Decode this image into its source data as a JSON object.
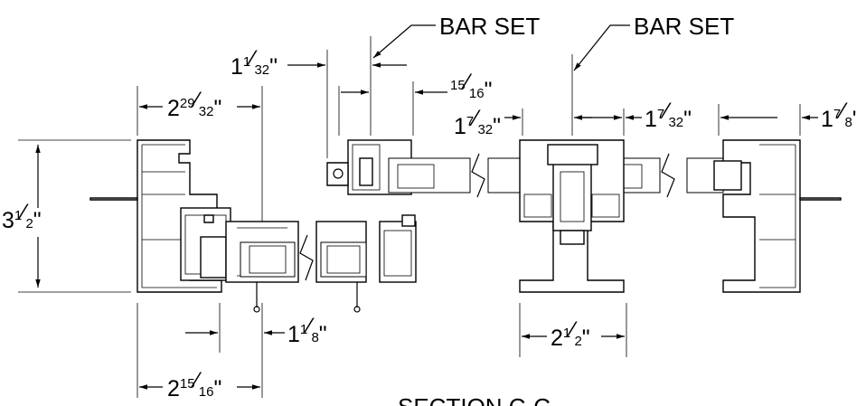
{
  "drawing": {
    "section_title": "SECTION C-C",
    "callouts": {
      "bar_set_left": "BAR SET",
      "bar_set_right": "BAR SET"
    },
    "dimensions": {
      "d_1_1_32": {
        "whole": "1",
        "num": "1",
        "den": "32",
        "unit": "\""
      },
      "d_15_16": {
        "num": "15",
        "den": "16",
        "unit": "\""
      },
      "d_2_29_32": {
        "whole": "2",
        "num": "29",
        "den": "32",
        "unit": "\""
      },
      "d_1_7_32_a": {
        "whole": "1",
        "num": "7",
        "den": "32",
        "unit": "\""
      },
      "d_1_7_32_b": {
        "whole": "1",
        "num": "7",
        "den": "32",
        "unit": "\""
      },
      "d_1_7_8": {
        "whole": "1",
        "num": "7",
        "den": "8",
        "unit": "'"
      },
      "d_3_1_2": {
        "whole": "3",
        "num": "1",
        "den": "2",
        "unit": "\""
      },
      "d_1_1_8": {
        "whole": "1",
        "num": "1",
        "den": "8",
        "unit": "\""
      },
      "d_2_1_2": {
        "whole": "2",
        "num": "1",
        "den": "2",
        "unit": "\""
      },
      "d_2_15_16": {
        "whole": "2",
        "num": "15",
        "den": "16",
        "unit": "\""
      }
    }
  }
}
